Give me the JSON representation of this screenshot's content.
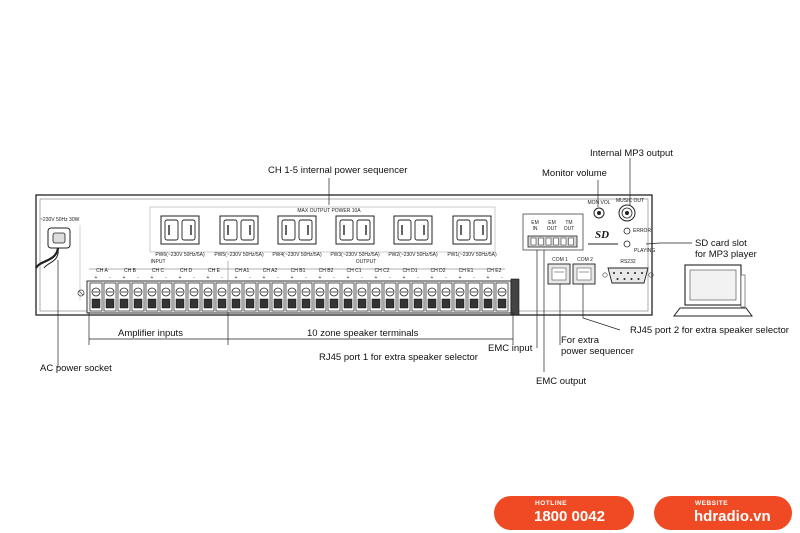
{
  "callouts": {
    "internal_mp3_output": "Internal MP3 output",
    "power_sequencer": "CH 1-5 internal power sequencer",
    "monitor_volume": "Monitor volume",
    "sd_card_slot_line1": "SD card slot",
    "sd_card_slot_line2": "for MP3 player",
    "amplifier_inputs": "Amplifier inputs",
    "zone_speaker_terminals": "10 zone speaker terminals",
    "emc_input": "EMC input",
    "extra_power_sequencer_line1": "For extra",
    "extra_power_sequencer_line2": "power sequencer",
    "rj45_port2": "RJ45 port 2 for extra speaker selector",
    "rj45_port1": "RJ45 port 1 for extra speaker selector",
    "ac_power_socket": "AC power socket",
    "emc_output": "EMC output"
  },
  "panel": {
    "ac_rating": "~230V  50Hz 30W",
    "max_output_power": "MAX OUTPUT POWER 10A",
    "outlets": [
      "PW6(~230V 50Hz/5A)",
      "PW5(~230V 50Hz/5A)",
      "PW4(~230V 50Hz/5A)",
      "PW3(~230V 50Hz/5A)",
      "PW2(~230V 50Hz/5A)",
      "PW1(~230V 50Hz/5A)"
    ],
    "input_header": "INPUT",
    "output_header": "OUTPUT",
    "input_channels": [
      "CH A",
      "CH B",
      "CH C",
      "CH D",
      "CH E"
    ],
    "output_channels": [
      "CH A1",
      "CH A2",
      "CH B1",
      "CH B2",
      "CH C1",
      "CH C2",
      "CH D1",
      "CH D2",
      "CH E1",
      "CH E2"
    ],
    "polarity_plus": "+",
    "polarity_minus": "-",
    "emc_labels": [
      "EM IN",
      "EM OUT",
      "TM OUT"
    ],
    "sd_logo": "SD",
    "mon_vol": "MON VOL",
    "music_out": "MUSIC OUT",
    "error": "ERROR",
    "playing": "PLAYING",
    "com1": "COM 1",
    "com2": "COM 2",
    "rs232": "RS232"
  },
  "brand": {
    "hotline_label": "HOTLINE",
    "hotline_number": "1800 0042",
    "website_label": "WEBSITE",
    "website_url": "hdradio.vn",
    "accent_color": "#ef4a23"
  }
}
